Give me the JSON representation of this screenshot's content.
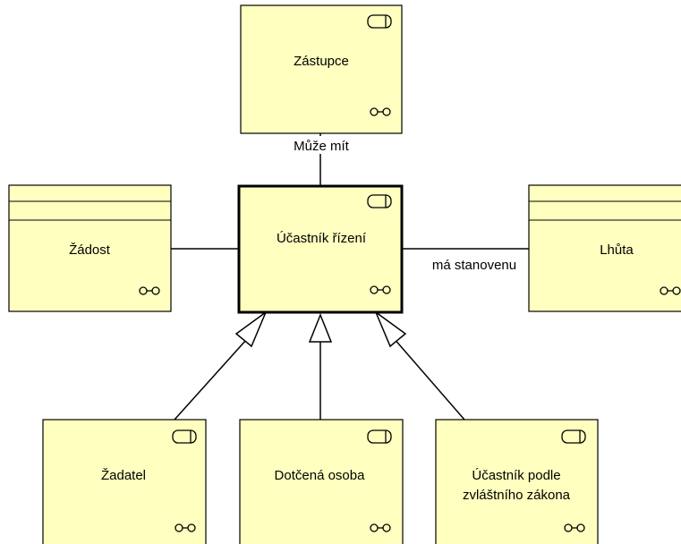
{
  "nodes": {
    "zastupce": {
      "label": "Zástupce"
    },
    "zadost": {
      "label": "Žádost"
    },
    "ucastnik_rizeni": {
      "label": "Účastník řízení"
    },
    "lhuta": {
      "label": "Lhůta"
    },
    "zadatel": {
      "label": "Žadatel"
    },
    "dotcena_osoba": {
      "label": "Dotčená osoba"
    },
    "ucastnik_podle": {
      "label_line1": "Účastník podle",
      "label_line2": "zvláštního zákona"
    }
  },
  "edges": {
    "muze_mit": {
      "label": "Může mít"
    },
    "ma_stanovenu": {
      "label": "má stanovenu"
    }
  },
  "colors": {
    "node_fill": "#ffffc0",
    "line": "#000000"
  },
  "icons": {
    "role": "role-icon",
    "association": "association-icon"
  }
}
